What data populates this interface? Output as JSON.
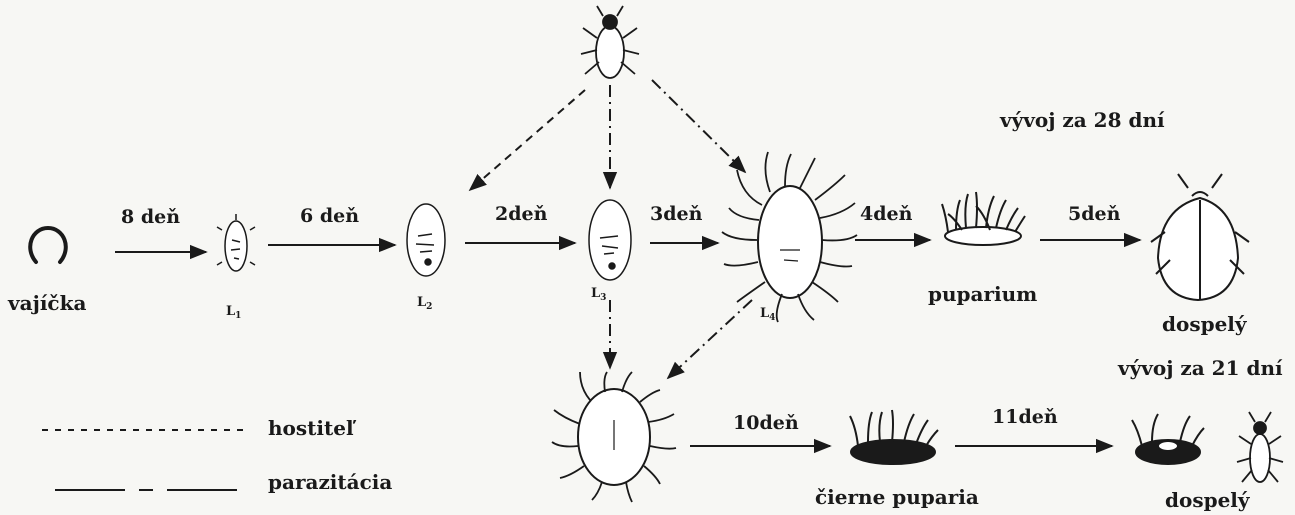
{
  "stages": {
    "egg": "vajíčka",
    "l1": "L",
    "l1_sub": "1",
    "l2": "L",
    "l2_sub": "2",
    "l3": "L",
    "l3_sub": "3",
    "l4": "L",
    "l4_sub": "4",
    "puparium": "puparium",
    "adult_top": "dospelý",
    "black_puparia": "čierne puparia",
    "adult_bottom": "dospelý"
  },
  "days": {
    "d8": "8 deň",
    "d6": "6 deň",
    "d2": "2deň",
    "d3": "3deň",
    "d4": "4deň",
    "d5": "5deň",
    "d10": "10deň",
    "d11": "11deň"
  },
  "headings": {
    "dev28": "vývoj za 28 dní",
    "dev21": "vývoj za 21 dní"
  },
  "legend": {
    "host": "hostiteľ",
    "parasitism": "parazitácia"
  },
  "colors": {
    "ink": "#1a1a1a",
    "paper": "#f7f7f4"
  }
}
